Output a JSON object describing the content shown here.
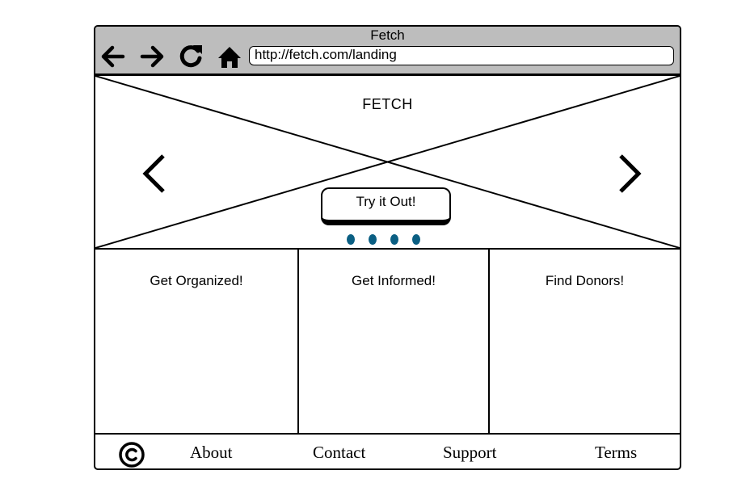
{
  "window": {
    "title": "Fetch"
  },
  "nav": {
    "icons": [
      "back-arrow-icon",
      "forward-arrow-icon",
      "reload-icon",
      "home-icon"
    ],
    "url": "http://fetch.com/landing"
  },
  "hero": {
    "title": "FETCH",
    "cta_label": "Try it Out!",
    "carousel_dot_count": 4,
    "dot_color": "#0b5f83"
  },
  "features": [
    {
      "label": "Get Organized!"
    },
    {
      "label": "Get Informed!"
    },
    {
      "label": "Find Donors!"
    }
  ],
  "footer": {
    "copyright_symbol": "©",
    "links": [
      "About",
      "Contact",
      "Support",
      "Terms"
    ]
  }
}
